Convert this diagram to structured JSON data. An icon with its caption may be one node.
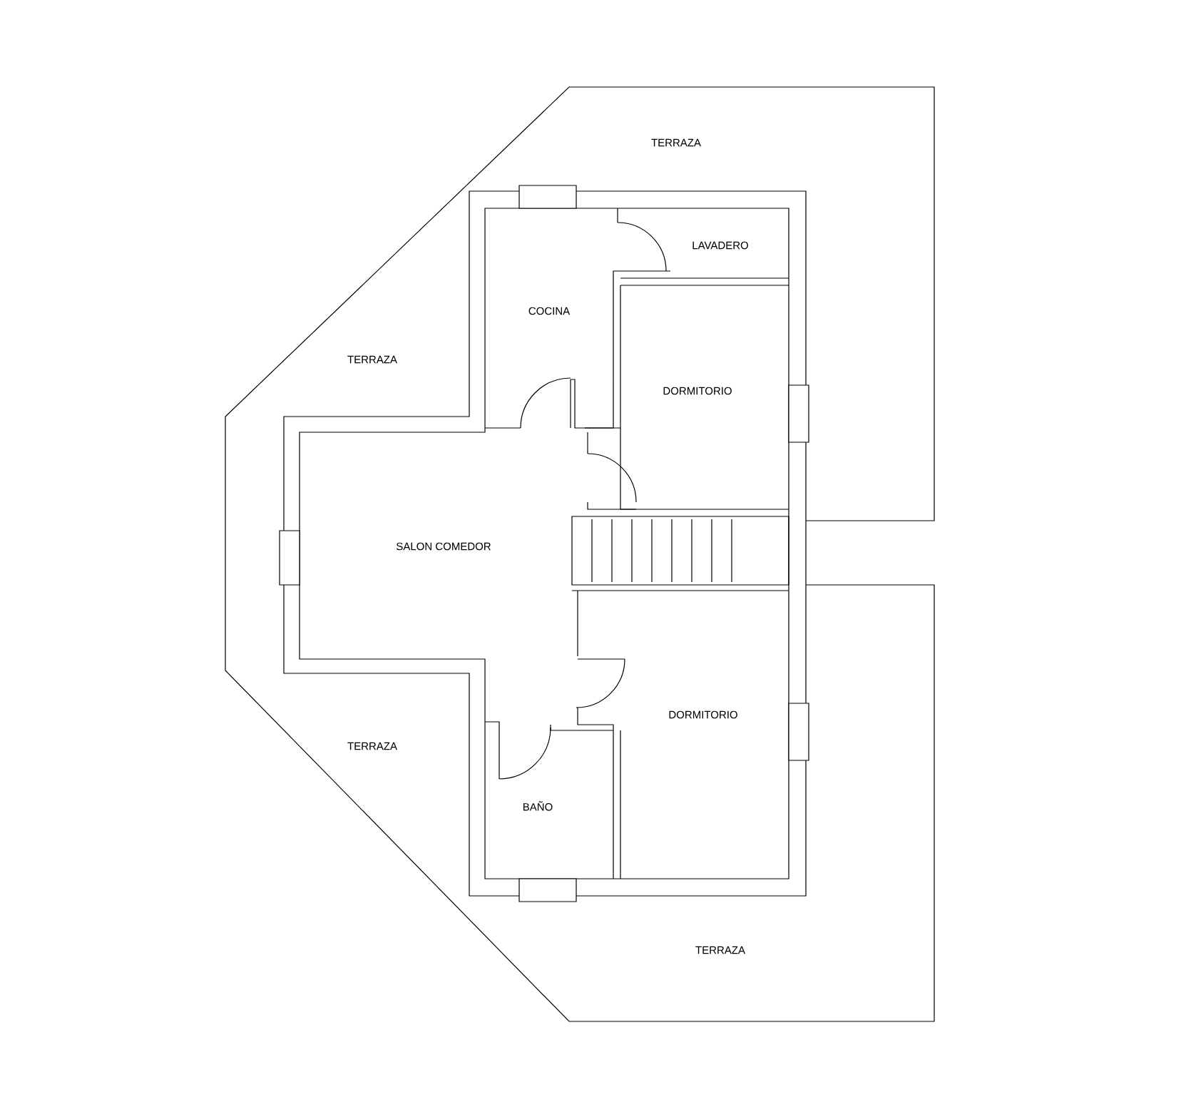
{
  "diagram": {
    "labels": [
      "TERRAZA",
      "LAVADERO",
      "COCINA",
      "TERRAZA",
      "DORMITORIO",
      "SALON COMEDOR",
      "DORMITORIO",
      "TERRAZA",
      "BAÑO",
      "TERRAZA"
    ]
  }
}
